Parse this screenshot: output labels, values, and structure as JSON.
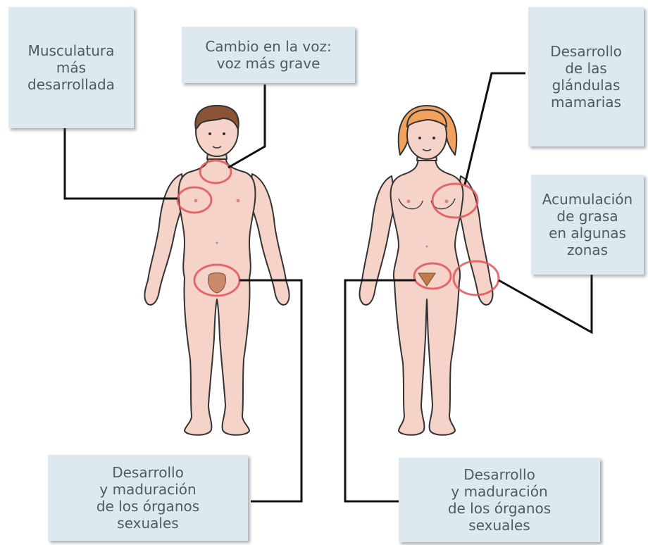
{
  "labels": {
    "musculatura": [
      "Musculatura",
      "más",
      "desarrollada"
    ],
    "voz": [
      "Cambio en la voz:",
      "voz más grave"
    ],
    "mamarias": [
      "Desarrollo",
      "de las",
      "glándulas",
      "mamarias"
    ],
    "grasa": [
      "Acumulación",
      "de grasa",
      "en algunas",
      "zonas"
    ],
    "organos_hombre": [
      "Desarrollo",
      "y maduración",
      "de los órganos",
      "sexuales"
    ],
    "organos_mujer": [
      "Desarrollo",
      "y maduración",
      "de los órganos",
      "sexuales"
    ]
  },
  "colors": {
    "box_fill": "#dde9ee",
    "text": "#4d5c63",
    "skin": "#f6d3c8",
    "outline": "#333333",
    "highlight": "#e0555a",
    "hair_male": "#8a5336",
    "hair_female": "#f2a25e",
    "connector": "#111111"
  }
}
